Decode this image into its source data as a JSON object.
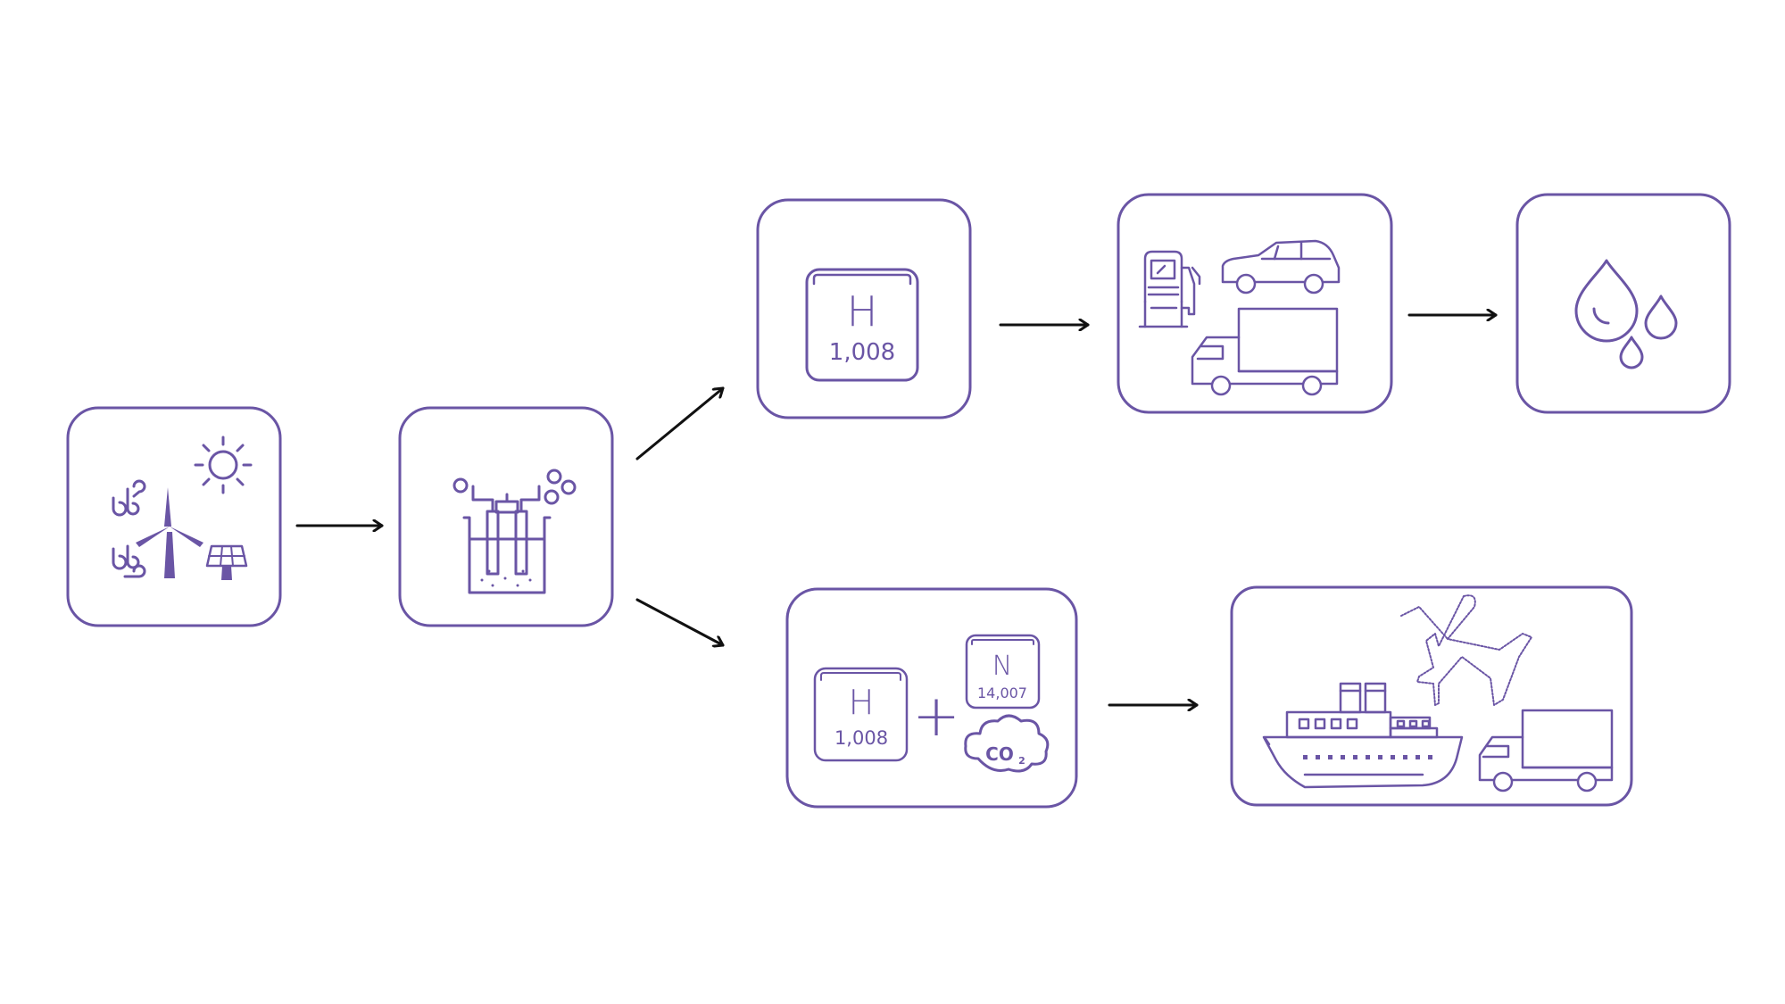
{
  "colors": {
    "accent": "#6a55a5",
    "arrow": "#111111",
    "background": "#ffffff"
  },
  "hydrogen_card": {
    "symbol": "H",
    "mass": "1,008"
  },
  "hydrogen_card_2": {
    "symbol": "H",
    "mass": "1,008"
  },
  "nitrogen_card": {
    "symbol": "N",
    "mass": "14,007"
  },
  "plus_sign": "+",
  "co2_cloud": {
    "main": "CO",
    "sub": "2"
  },
  "icons": {
    "renewables": [
      "wind-icon",
      "sun-icon",
      "wind-turbine-icon",
      "solar-panel-icon"
    ],
    "electrolysis": "electrolyzer-icon",
    "mobility": [
      "fuel-pump-icon",
      "car-icon",
      "truck-icon"
    ],
    "fuel": "fuel-drops-icon",
    "heavy_transport": [
      "ship-icon",
      "airplane-icon",
      "truck-icon"
    ]
  }
}
